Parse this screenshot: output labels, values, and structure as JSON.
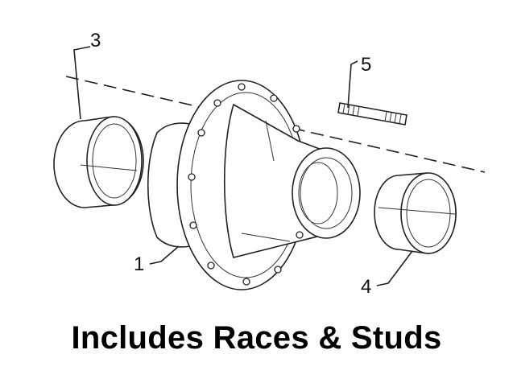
{
  "diagram": {
    "labels": {
      "hub": "1",
      "inner_race": "3",
      "outer_race": "4",
      "stud": "5"
    }
  },
  "caption": "Includes Races & Studs"
}
